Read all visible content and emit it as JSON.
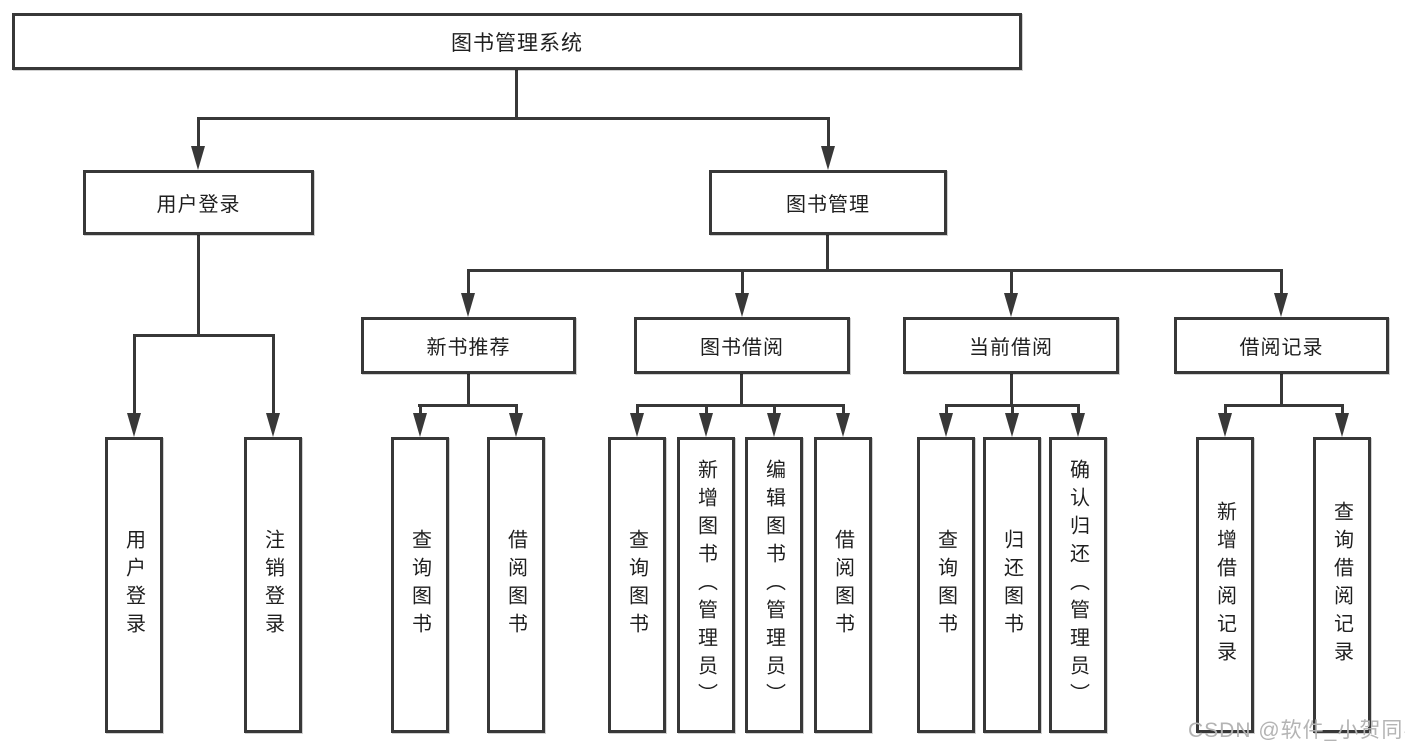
{
  "diagram": {
    "root": "图书管理系统",
    "branches": [
      {
        "label": "用户登录",
        "children": [
          {
            "label": "用户登录"
          },
          {
            "label": "注销登录"
          }
        ]
      },
      {
        "label": "图书管理",
        "children": [
          {
            "label": "新书推荐",
            "children": [
              {
                "label": "查询图书"
              },
              {
                "label": "借阅图书"
              }
            ]
          },
          {
            "label": "图书借阅",
            "children": [
              {
                "label": "查询图书"
              },
              {
                "label": "新增图书（管理员）"
              },
              {
                "label": "编辑图书（管理员）"
              },
              {
                "label": "借阅图书"
              }
            ]
          },
          {
            "label": "当前借阅",
            "children": [
              {
                "label": "查询图书"
              },
              {
                "label": "归还图书"
              },
              {
                "label": "确认归还（管理员）"
              }
            ]
          },
          {
            "label": "借阅记录",
            "children": [
              {
                "label": "新增借阅记录"
              },
              {
                "label": "查询借阅记录"
              }
            ]
          }
        ]
      }
    ]
  },
  "watermark": "CSDN @软件_小贺同学",
  "colors": {
    "line": "#383838",
    "text": "#1f1f1f",
    "watermark": "#b4b4b4",
    "background": "#ffffff"
  }
}
